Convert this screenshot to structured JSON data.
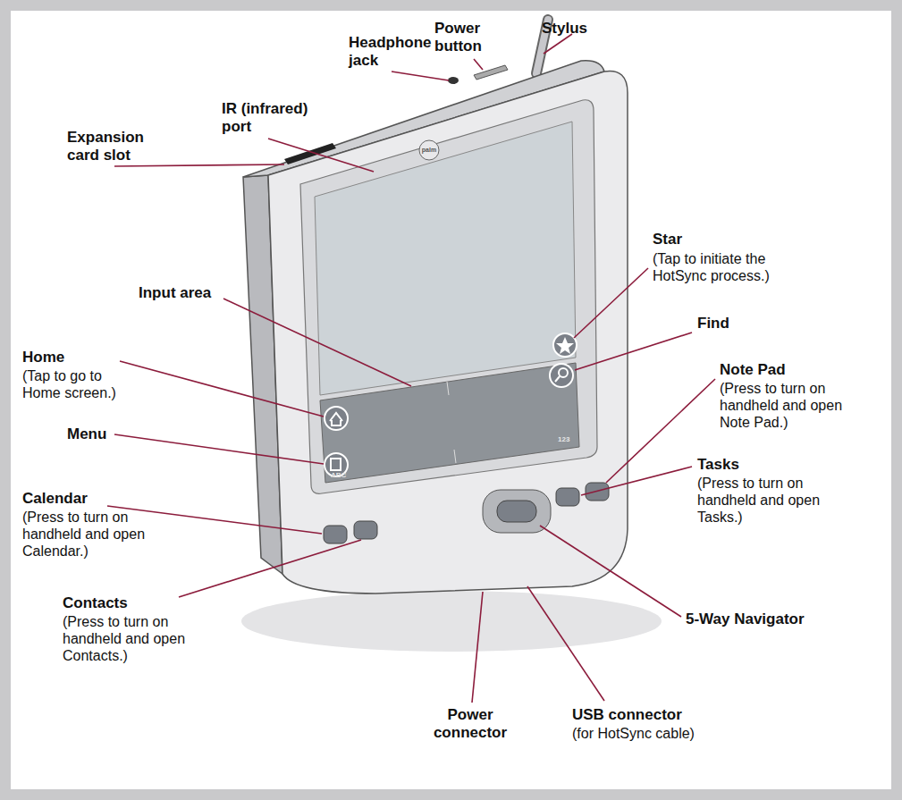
{
  "diagram": {
    "labels": [
      "Headphone jack",
      "Power button",
      "Stylus",
      "IR (infrared) port",
      "Expansion card slot",
      "Star",
      "(Tap to initiate the HotSync process.)",
      "Input area",
      "Find",
      "Home",
      "(Tap to go to Home screen.)",
      "Note Pad",
      "(Press to turn on handheld and open Note Pad.)",
      "Menu",
      "Tasks",
      "(Press to turn on handheld and open Tasks.)",
      "Calendar",
      "(Press to turn on handheld and open Calendar.)",
      "5-Way Navigator",
      "Contacts",
      "(Press to turn on handheld and open Contacts.)",
      "Power connector",
      "USB connector",
      "(for HotSync cable)",
      "palm",
      "ABC",
      "123"
    ]
  }
}
